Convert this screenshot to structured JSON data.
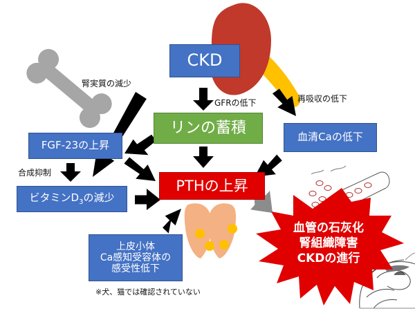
{
  "nodes": {
    "ckd": "CKD",
    "phosphate_accumulation": "リンの蓄積",
    "fgf23_rise": "FGF-23の上昇",
    "serum_ca_decrease": "血清Caの低下",
    "vitd3_decrease_prefix": "ビタミンD",
    "vitd3_decrease_sub": "3",
    "vitd3_decrease_suffix": "の減少",
    "pth_rise": "PTHの上昇",
    "parathyroid_line1": "上皮小体",
    "parathyroid_line2": "Ca感知受容体の",
    "parathyroid_line3": "感受性低下",
    "outcomes_line1": "血管の石灰化",
    "outcomes_line2": "腎組織障害",
    "outcomes_line3": "CKDの進行"
  },
  "labels": {
    "renal_parenchyma_loss": "腎実質の減少",
    "gfr_decrease": "GFRの低下",
    "reabsorption_decrease": "再吸収の低下",
    "synthesis_inhibition": "合成抑制"
  },
  "footnote": "※犬、猫では確認されていない",
  "colors": {
    "blue_box": "#4472c4",
    "green_box": "#70ad47",
    "pth_box": "#e00000",
    "burst": "#e00000",
    "kidney": "#c0392b",
    "ureter": "#ffc000",
    "parathyroid": "#f4b183",
    "nodule": "#ffc000",
    "arrow": "#000000",
    "grey_arrow": "#8c8c8c"
  },
  "icons": {
    "bone": "bone-icon",
    "kidney": "kidney-icon",
    "parathyroid": "parathyroid-gland-icon",
    "blood_vessel": "blood-vessel-sketch-icon",
    "animal": "animal-sketch-icon"
  }
}
